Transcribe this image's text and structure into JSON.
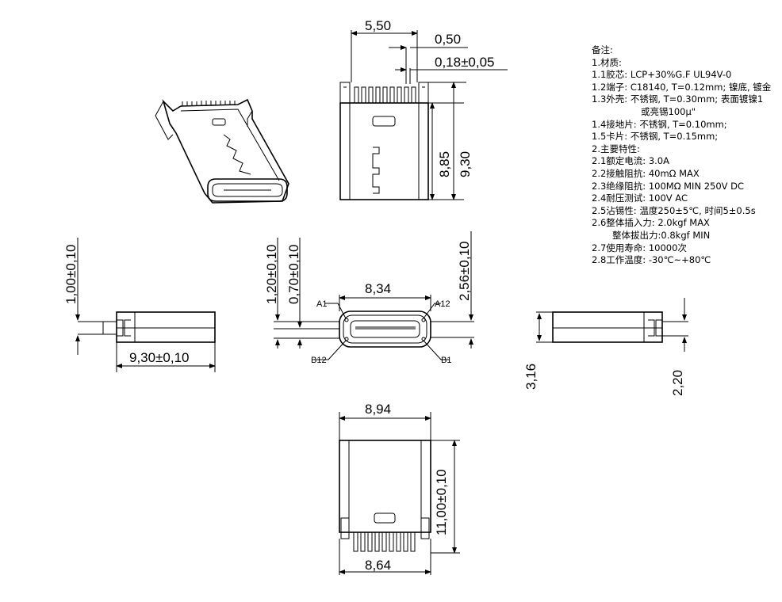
{
  "dims": {
    "top_width": "5,50",
    "pin_pitch": "0,50",
    "pin_width": "0,18±0,05",
    "body_len_a": "8,85",
    "body_len_b": "9,30",
    "left_thk": "1,00±0,10",
    "left_len": "9,30±0,10",
    "front_h1": "1,20±0,10",
    "front_h2": "0,70±0,10",
    "front_w": "8,34",
    "front_r": "2,56±0,10",
    "right_h1": "3,16",
    "right_h2": "2,20",
    "bot_w1": "8,94",
    "bot_len": "11,00±0,10",
    "bot_w2": "8,64"
  },
  "pins": {
    "a1": "A1",
    "a12": "A12",
    "b12": "B12",
    "b1": "B1"
  },
  "notes": [
    "备注:",
    "1.材质:",
    "1.1胶芯: LCP+30%G.F UL94V-0",
    "1.2端子: C18140, T=0.12mm; 镍底, 镀金",
    "1.3外壳: 不锈钢, T=0.30mm; 表面镀镍1",
    "或亮锡100μ\"",
    "1.4接地片: 不锈钢, T=0.10mm;",
    "1.5卡片: 不锈钢, T=0.15mm;",
    "2.主要特性:",
    "2.1额定电流: 3.0A",
    "2.2接触阻抗: 40mΩ MAX",
    "2.3绝缘阻抗: 100MΩ MIN 250V DC",
    "2.4耐压测试: 100V AC",
    "2.5沾锡性: 温度250±5℃, 时间5±0.5s",
    "2.6整体插入力: 2.0kgf MAX",
    "整体拔出力:0.8kgf MIN",
    "2.7使用寿命: 10000次",
    "2.8工作温度: -30℃~+80℃"
  ]
}
